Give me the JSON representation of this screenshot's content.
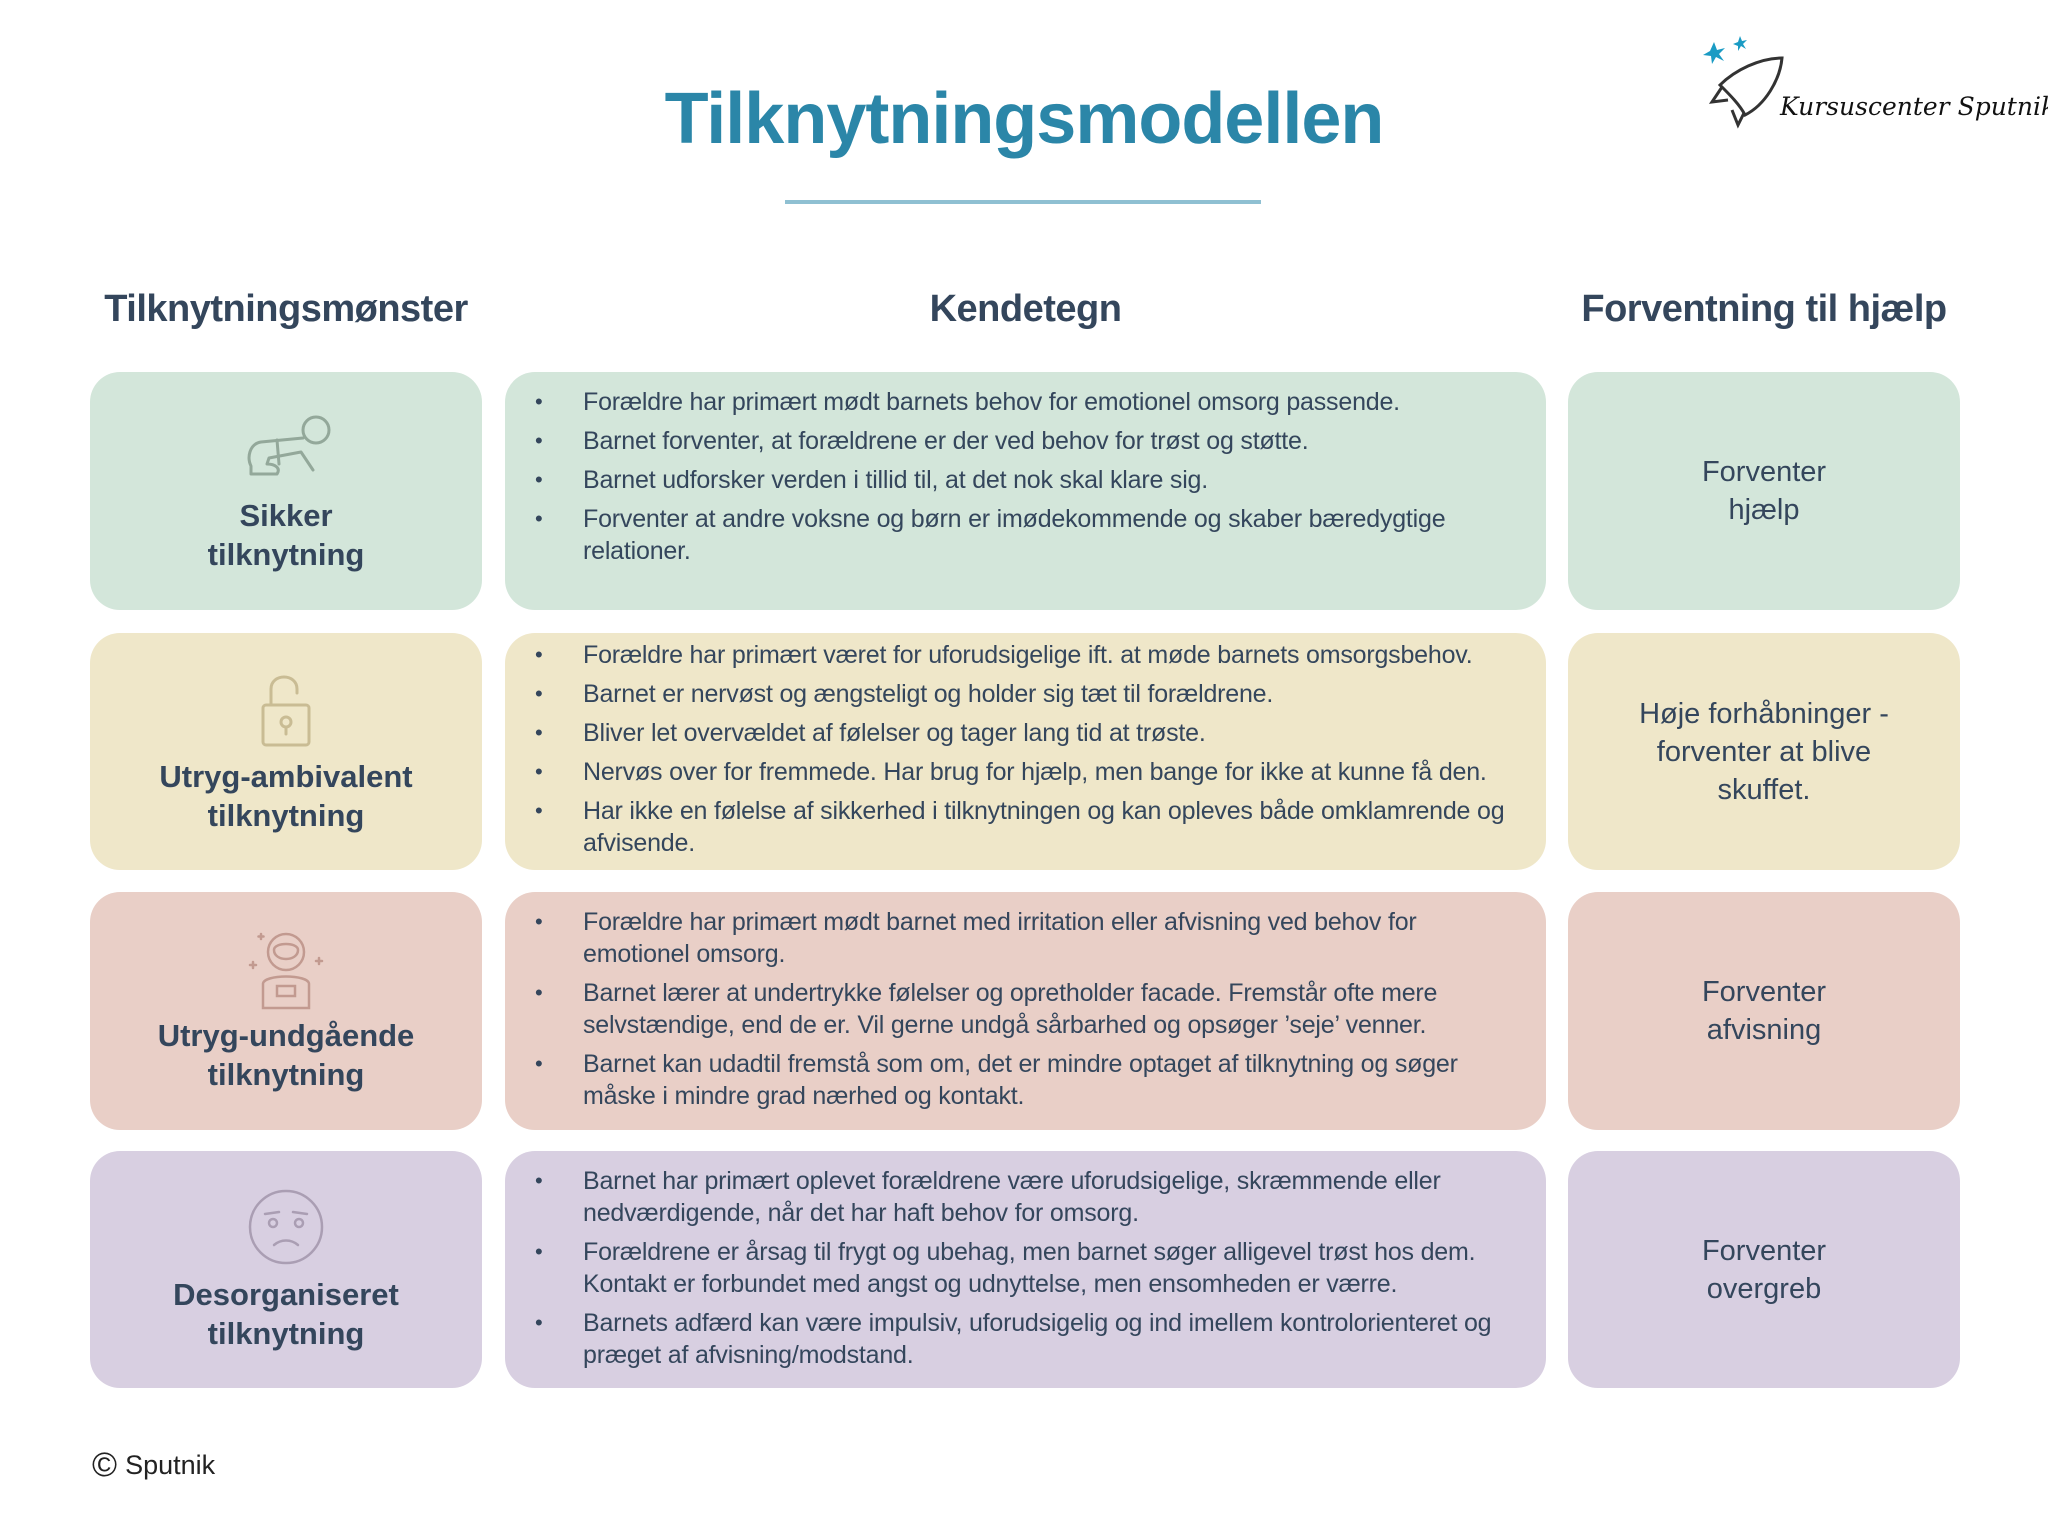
{
  "title": "Tilknytningsmodellen",
  "logo": {
    "text": "Kursuscenter Sputnik",
    "star_color": "#1a9bc4"
  },
  "headers": {
    "pattern": "Tilknytningsmønster",
    "traits": "Kendetegn",
    "expectation": "Forventning til hjælp"
  },
  "rows": [
    {
      "icon": "crawling-baby-icon",
      "color": "#d3e6da",
      "label_line1": "Sikker",
      "label_line2": "tilknytning",
      "traits": [
        "Forældre har primært mødt barnets behov for emotionel omsorg passende.",
        "Barnet forventer, at forældrene er der ved behov for trøst og støtte.",
        "Barnet udforsker verden i tillid til, at det nok skal klare sig.",
        "Forventer at andre voksne og børn er imødekommende og skaber bæredygtige relationer."
      ],
      "expectation": "Forventer hjælp"
    },
    {
      "icon": "open-padlock-icon",
      "color": "#efe7c9",
      "label_line1": "Utryg-ambivalent",
      "label_line2": "tilknytning",
      "traits": [
        "Forældre har primært været for uforudsigelige ift. at møde barnets omsorgsbehov.",
        "Barnet er nervøst og ængsteligt og holder sig tæt til forældrene.",
        "Bliver let overvældet af følelser og tager lang tid at trøste.",
        "Nervøs over for fremmede. Har brug for hjælp, men bange for ikke at kunne få den.",
        "Har ikke en følelse af sikkerhed i tilknytningen og kan opleves både omklamrende og afvisende."
      ],
      "expectation": "Høje forhåbninger - forventer at blive skuffet."
    },
    {
      "icon": "astronaut-icon",
      "color": "#e9cfc7",
      "label_line1": "Utryg-undgående",
      "label_line2": "tilknytning",
      "traits": [
        "Forældre har primært mødt barnet med irritation eller afvisning ved behov for emotionel omsorg.",
        "Barnet lærer at undertrykke følelser og opretholder facade. Fremstår ofte mere selvstændige, end de er. Vil gerne undgå sårbarhed og opsøger ’seje’ venner.",
        "Barnet kan udadtil fremstå som om, det er mindre optaget af tilknytning og søger måske i mindre grad nærhed og kontakt."
      ],
      "expectation": "Forventer afvisning"
    },
    {
      "icon": "worried-face-icon",
      "color": "#d8cfe1",
      "label_line1": "Desorganiseret",
      "label_line2": "tilknytning",
      "traits": [
        "Barnet har primært oplevet forældrene være uforudsigelige, skræmmende eller nedværdigende, når det har haft behov for omsorg.",
        "Forældrene er årsag til frygt og ubehag, men barnet søger alligevel trøst hos dem. Kontakt er forbundet med angst og udnyttelse, men ensomheden er værre.",
        "Barnets adfærd kan være impulsiv, uforudsigelig og ind imellem kontrolorienteret og præget af afvisning/modstand."
      ],
      "expectation": "Forventer overgreb"
    }
  ],
  "footer": {
    "copyright_symbol": "©",
    "text": "Sputnik"
  }
}
